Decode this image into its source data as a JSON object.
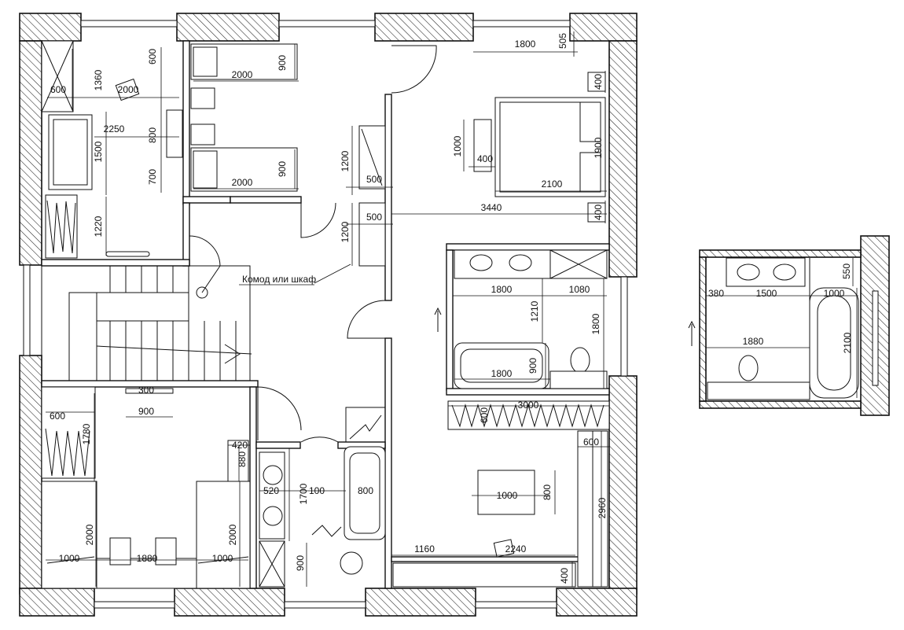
{
  "plan": {
    "note": "Комод или шкаф",
    "dimensions": [
      {
        "t": "1360",
        "r": true
      },
      {
        "t": "600",
        "r": true
      },
      {
        "t": "600"
      },
      {
        "t": "2000"
      },
      {
        "t": "2250"
      },
      {
        "t": "1500",
        "r": true
      },
      {
        "t": "800",
        "r": true
      },
      {
        "t": "700",
        "r": true
      },
      {
        "t": "1220",
        "r": true
      },
      {
        "t": "2000"
      },
      {
        "t": "900",
        "r": true
      },
      {
        "t": "2000"
      },
      {
        "t": "900",
        "r": true
      },
      {
        "t": "1200",
        "r": true
      },
      {
        "t": "500"
      },
      {
        "t": "500"
      },
      {
        "t": "1200",
        "r": true
      },
      {
        "t": "1800"
      },
      {
        "t": "505",
        "r": true
      },
      {
        "t": "400",
        "r": true
      },
      {
        "t": "1000",
        "r": true
      },
      {
        "t": "400"
      },
      {
        "t": "1900",
        "r": true
      },
      {
        "t": "2100"
      },
      {
        "t": "3440"
      },
      {
        "t": "400",
        "r": true
      },
      {
        "t": "1800"
      },
      {
        "t": "1080"
      },
      {
        "t": "1210",
        "r": true
      },
      {
        "t": "1800",
        "r": true
      },
      {
        "t": "1800"
      },
      {
        "t": "900",
        "r": true
      },
      {
        "t": "3000"
      },
      {
        "t": "600",
        "r": true
      },
      {
        "t": "600"
      },
      {
        "t": "300"
      },
      {
        "t": "900"
      },
      {
        "t": "600"
      },
      {
        "t": "1780",
        "r": true
      },
      {
        "t": "420"
      },
      {
        "t": "880",
        "r": true
      },
      {
        "t": "520"
      },
      {
        "t": "1700",
        "r": true
      },
      {
        "t": "100"
      },
      {
        "t": "800"
      },
      {
        "t": "900",
        "r": true
      },
      {
        "t": "1000"
      },
      {
        "t": "800",
        "r": true
      },
      {
        "t": "2960",
        "r": true
      },
      {
        "t": "1160"
      },
      {
        "t": "2240"
      },
      {
        "t": "400",
        "r": true
      },
      {
        "t": "2000",
        "r": true
      },
      {
        "t": "2000",
        "r": true
      },
      {
        "t": "1000"
      },
      {
        "t": "1880"
      },
      {
        "t": "1000"
      },
      {
        "t": "550",
        "r": true
      },
      {
        "t": "380"
      },
      {
        "t": "1500"
      },
      {
        "t": "1000"
      },
      {
        "t": "1880"
      },
      {
        "t": "2100",
        "r": true
      }
    ]
  }
}
